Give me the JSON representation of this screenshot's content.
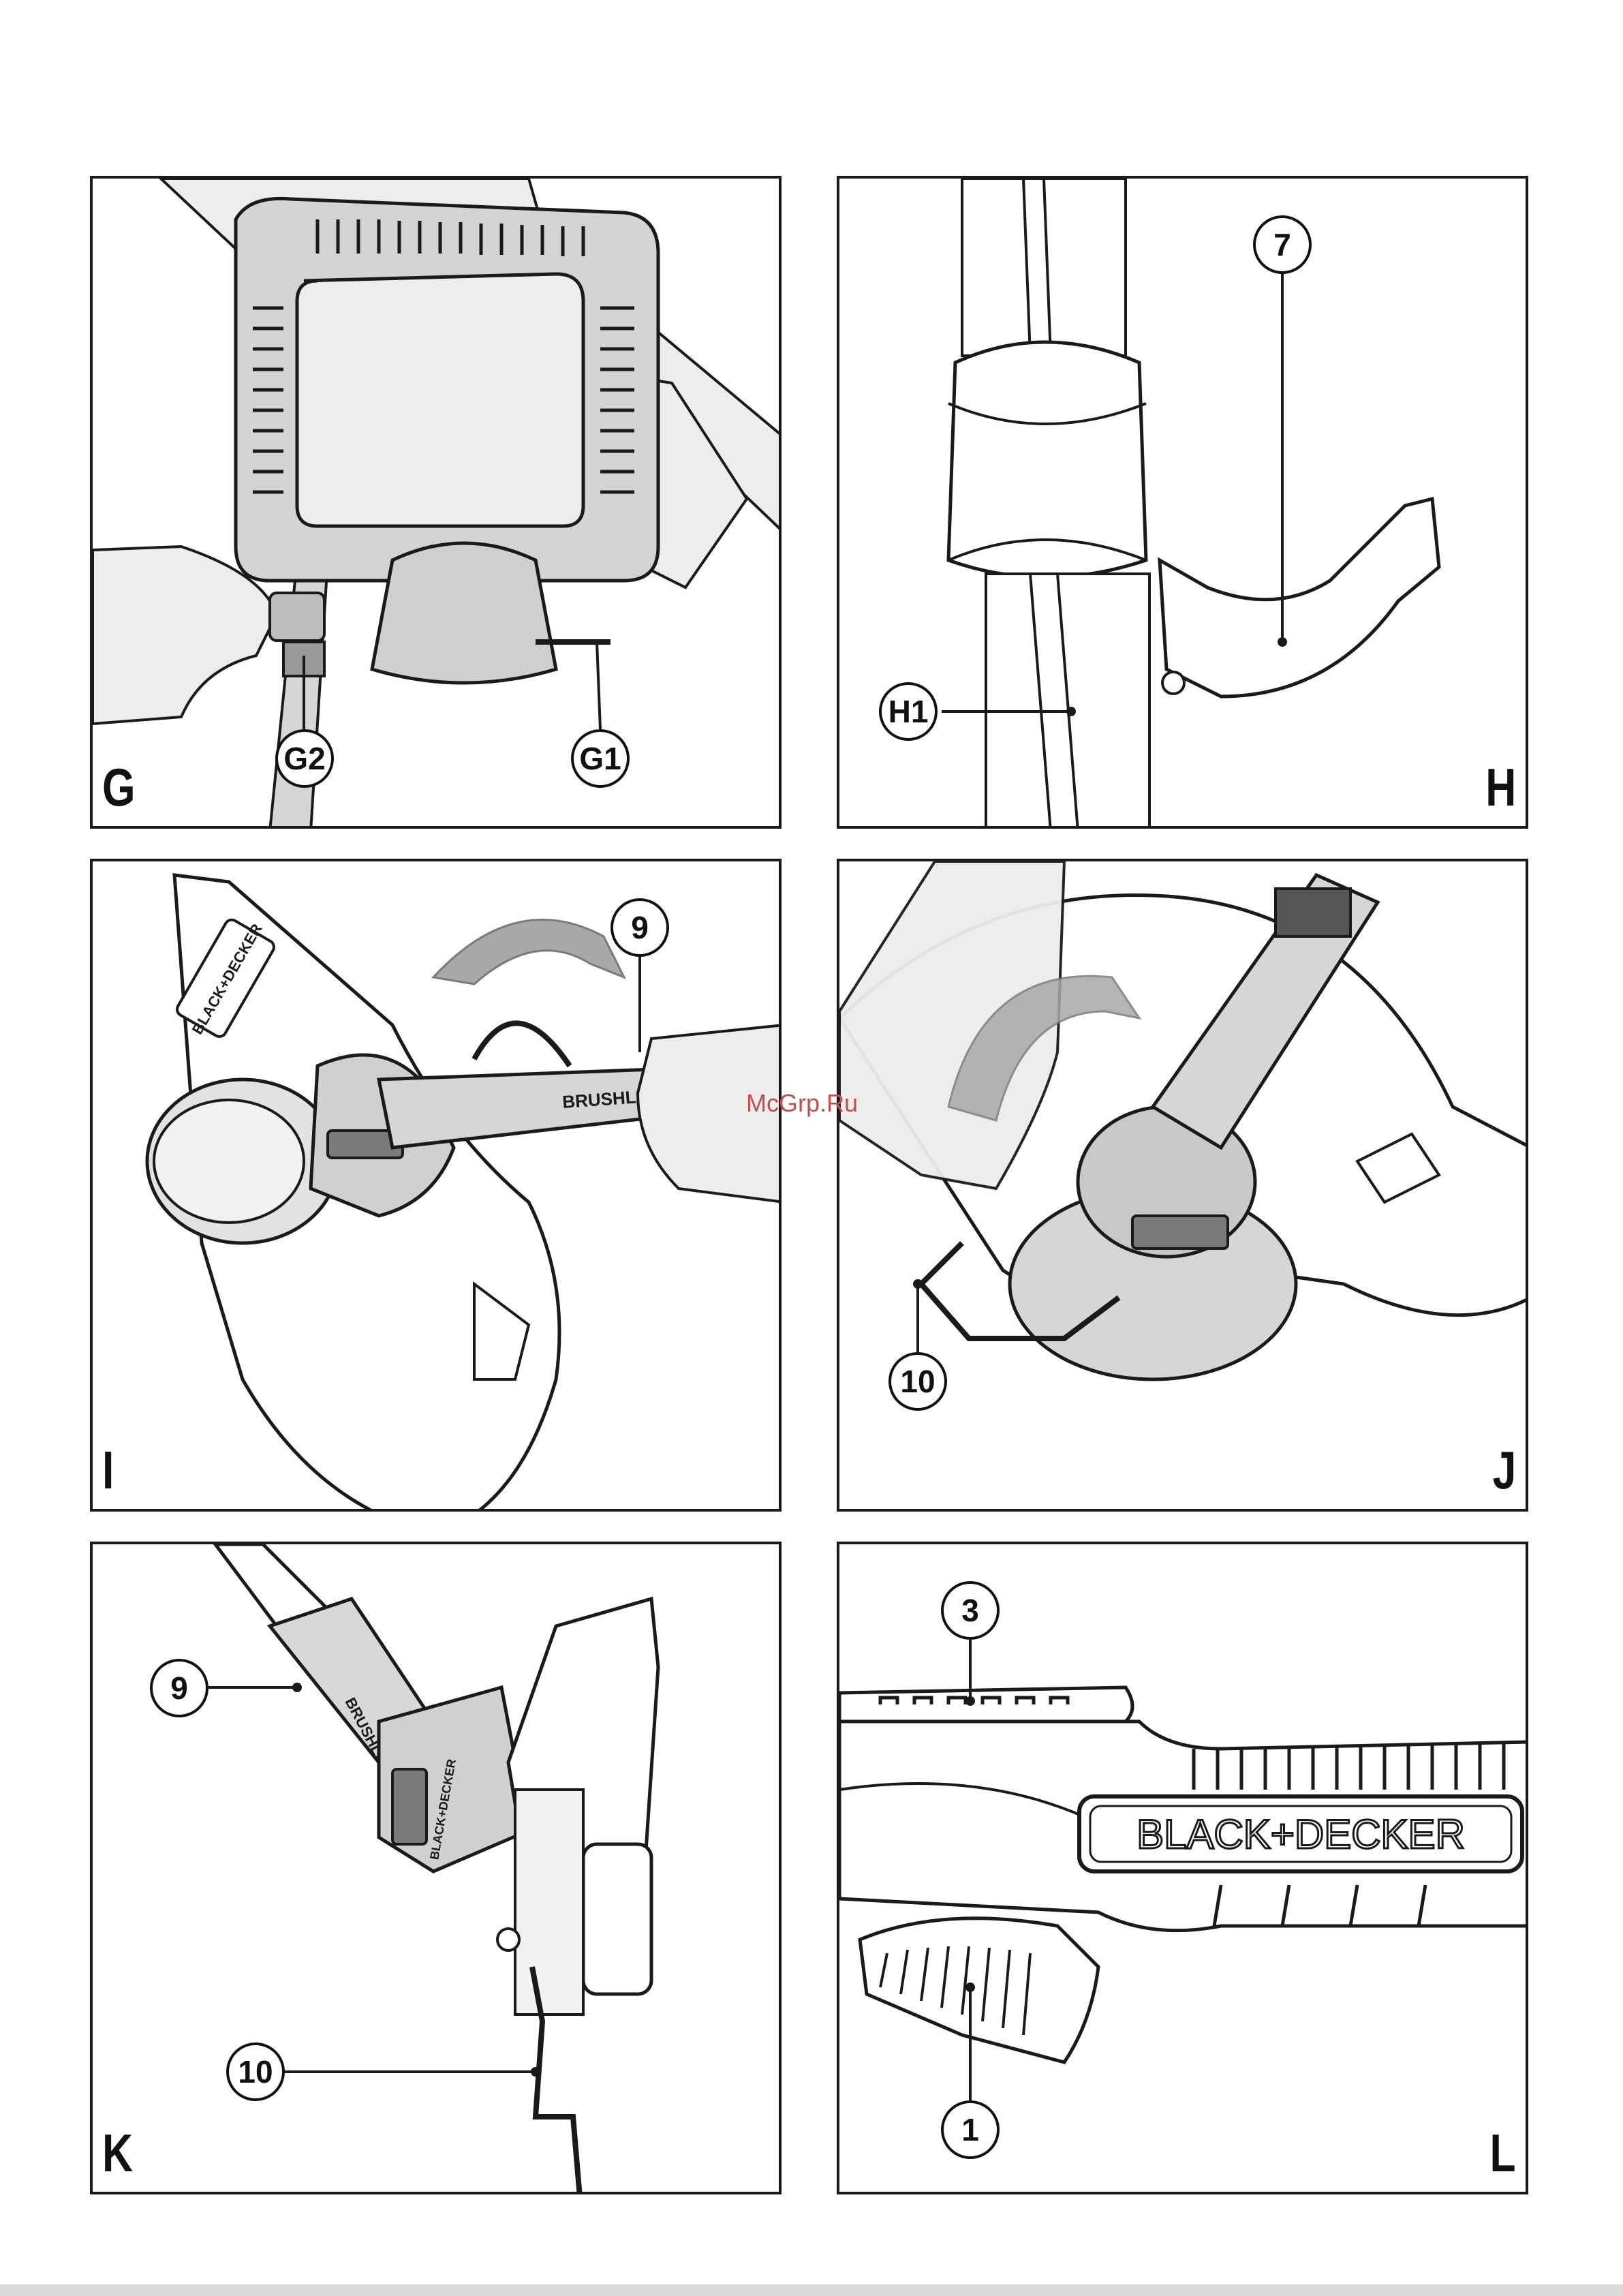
{
  "panels": {
    "g": {
      "letter": "G",
      "callouts": [
        "G2",
        "G1"
      ]
    },
    "h": {
      "letter": "H",
      "callouts": [
        "7",
        "H1"
      ]
    },
    "i": {
      "letter": "I",
      "callouts": [
        "9"
      ],
      "brand_plate": "BLACK+DECKER",
      "shaft_text": "BRUSHLESS"
    },
    "j": {
      "letter": "J",
      "callouts": [
        "10"
      ]
    },
    "k": {
      "letter": "K",
      "callouts": [
        "9",
        "10"
      ],
      "brand_plate": "BLACK+DECKER",
      "shaft_text": "BRUSHLESS"
    },
    "l": {
      "letter": "L",
      "callouts": [
        "3",
        "1"
      ],
      "brand_plate": "BLACK+DECKER"
    }
  },
  "watermark": "McGrp.Ru",
  "colors": {
    "line": "#1a1a1a",
    "tool_gray": "#c8c8c8",
    "dark_gray": "#7a7a7a",
    "hand": "#ededed",
    "arrow": "#a8a8a8"
  }
}
